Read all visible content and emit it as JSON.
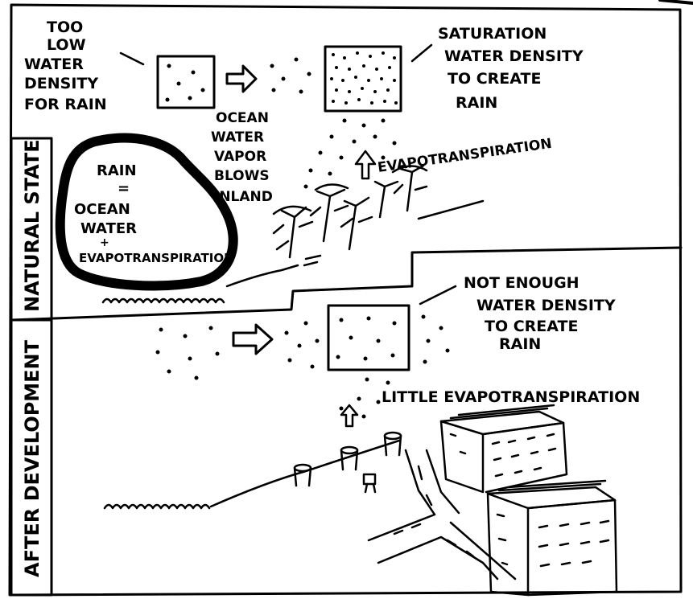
{
  "natural_state": {
    "side_label": "NATURAL STATE",
    "low_density_note": [
      "TOO",
      "LOW",
      "WATER",
      "DENSITY",
      "FOR RAIN"
    ],
    "saturation_note": [
      "SATURATION",
      "WATER DENSITY",
      "TO CREATE",
      "RAIN"
    ],
    "vapor_note": [
      "OCEAN",
      "WATER",
      "VAPOR",
      "BLOWS",
      "INLAND"
    ],
    "evapotranspiration_label": "EVAPOTRANSPIRATION",
    "blob_text": [
      "RAIN",
      "=",
      "OCEAN",
      "WATER",
      "+",
      "EVAPOTRANSPIRATION"
    ]
  },
  "after_development": {
    "side_label": "AFTER DEVELOPMENT",
    "not_enough_note": [
      "NOT ENOUGH",
      "WATER DENSITY",
      "TO CREATE",
      "RAIN"
    ],
    "little_evapotranspiration_label": "LITTLE EVAPOTRANSPIRATION"
  }
}
